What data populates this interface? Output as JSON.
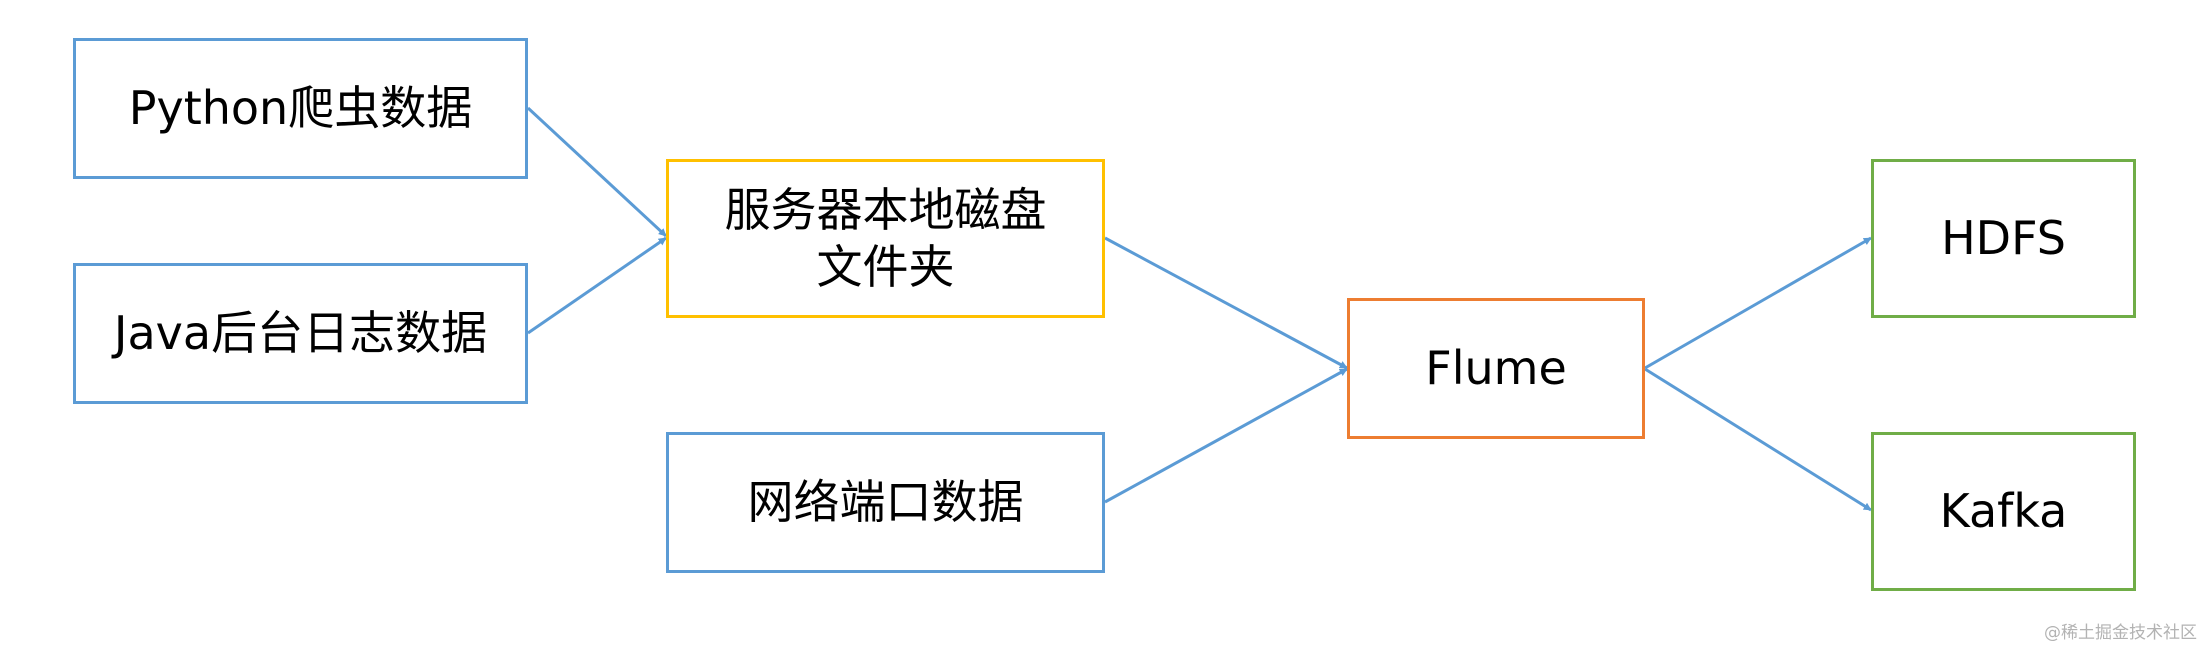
{
  "diagram": {
    "nodes": {
      "python": {
        "label": "Python爬虫数据"
      },
      "java": {
        "label": "Java后台日志数据"
      },
      "disk": {
        "label": "服务器本地磁盘\n文件夹"
      },
      "network": {
        "label": "网络端口数据"
      },
      "flume": {
        "label": "Flume"
      },
      "hdfs": {
        "label": "HDFS"
      },
      "kafka": {
        "label": "Kafka"
      }
    },
    "edges": [
      {
        "from": "python",
        "to": "disk"
      },
      {
        "from": "java",
        "to": "disk"
      },
      {
        "from": "disk",
        "to": "flume"
      },
      {
        "from": "network",
        "to": "flume"
      },
      {
        "from": "flume",
        "to": "hdfs"
      },
      {
        "from": "flume",
        "to": "kafka"
      }
    ],
    "colors": {
      "source_border": "#5b9bd5",
      "staging_border": "#ffc000",
      "flume_border": "#ed7d31",
      "sink_border": "#70ad47",
      "arrow": "#5b9bd5"
    }
  },
  "watermark": "@稀土掘金技术社区"
}
